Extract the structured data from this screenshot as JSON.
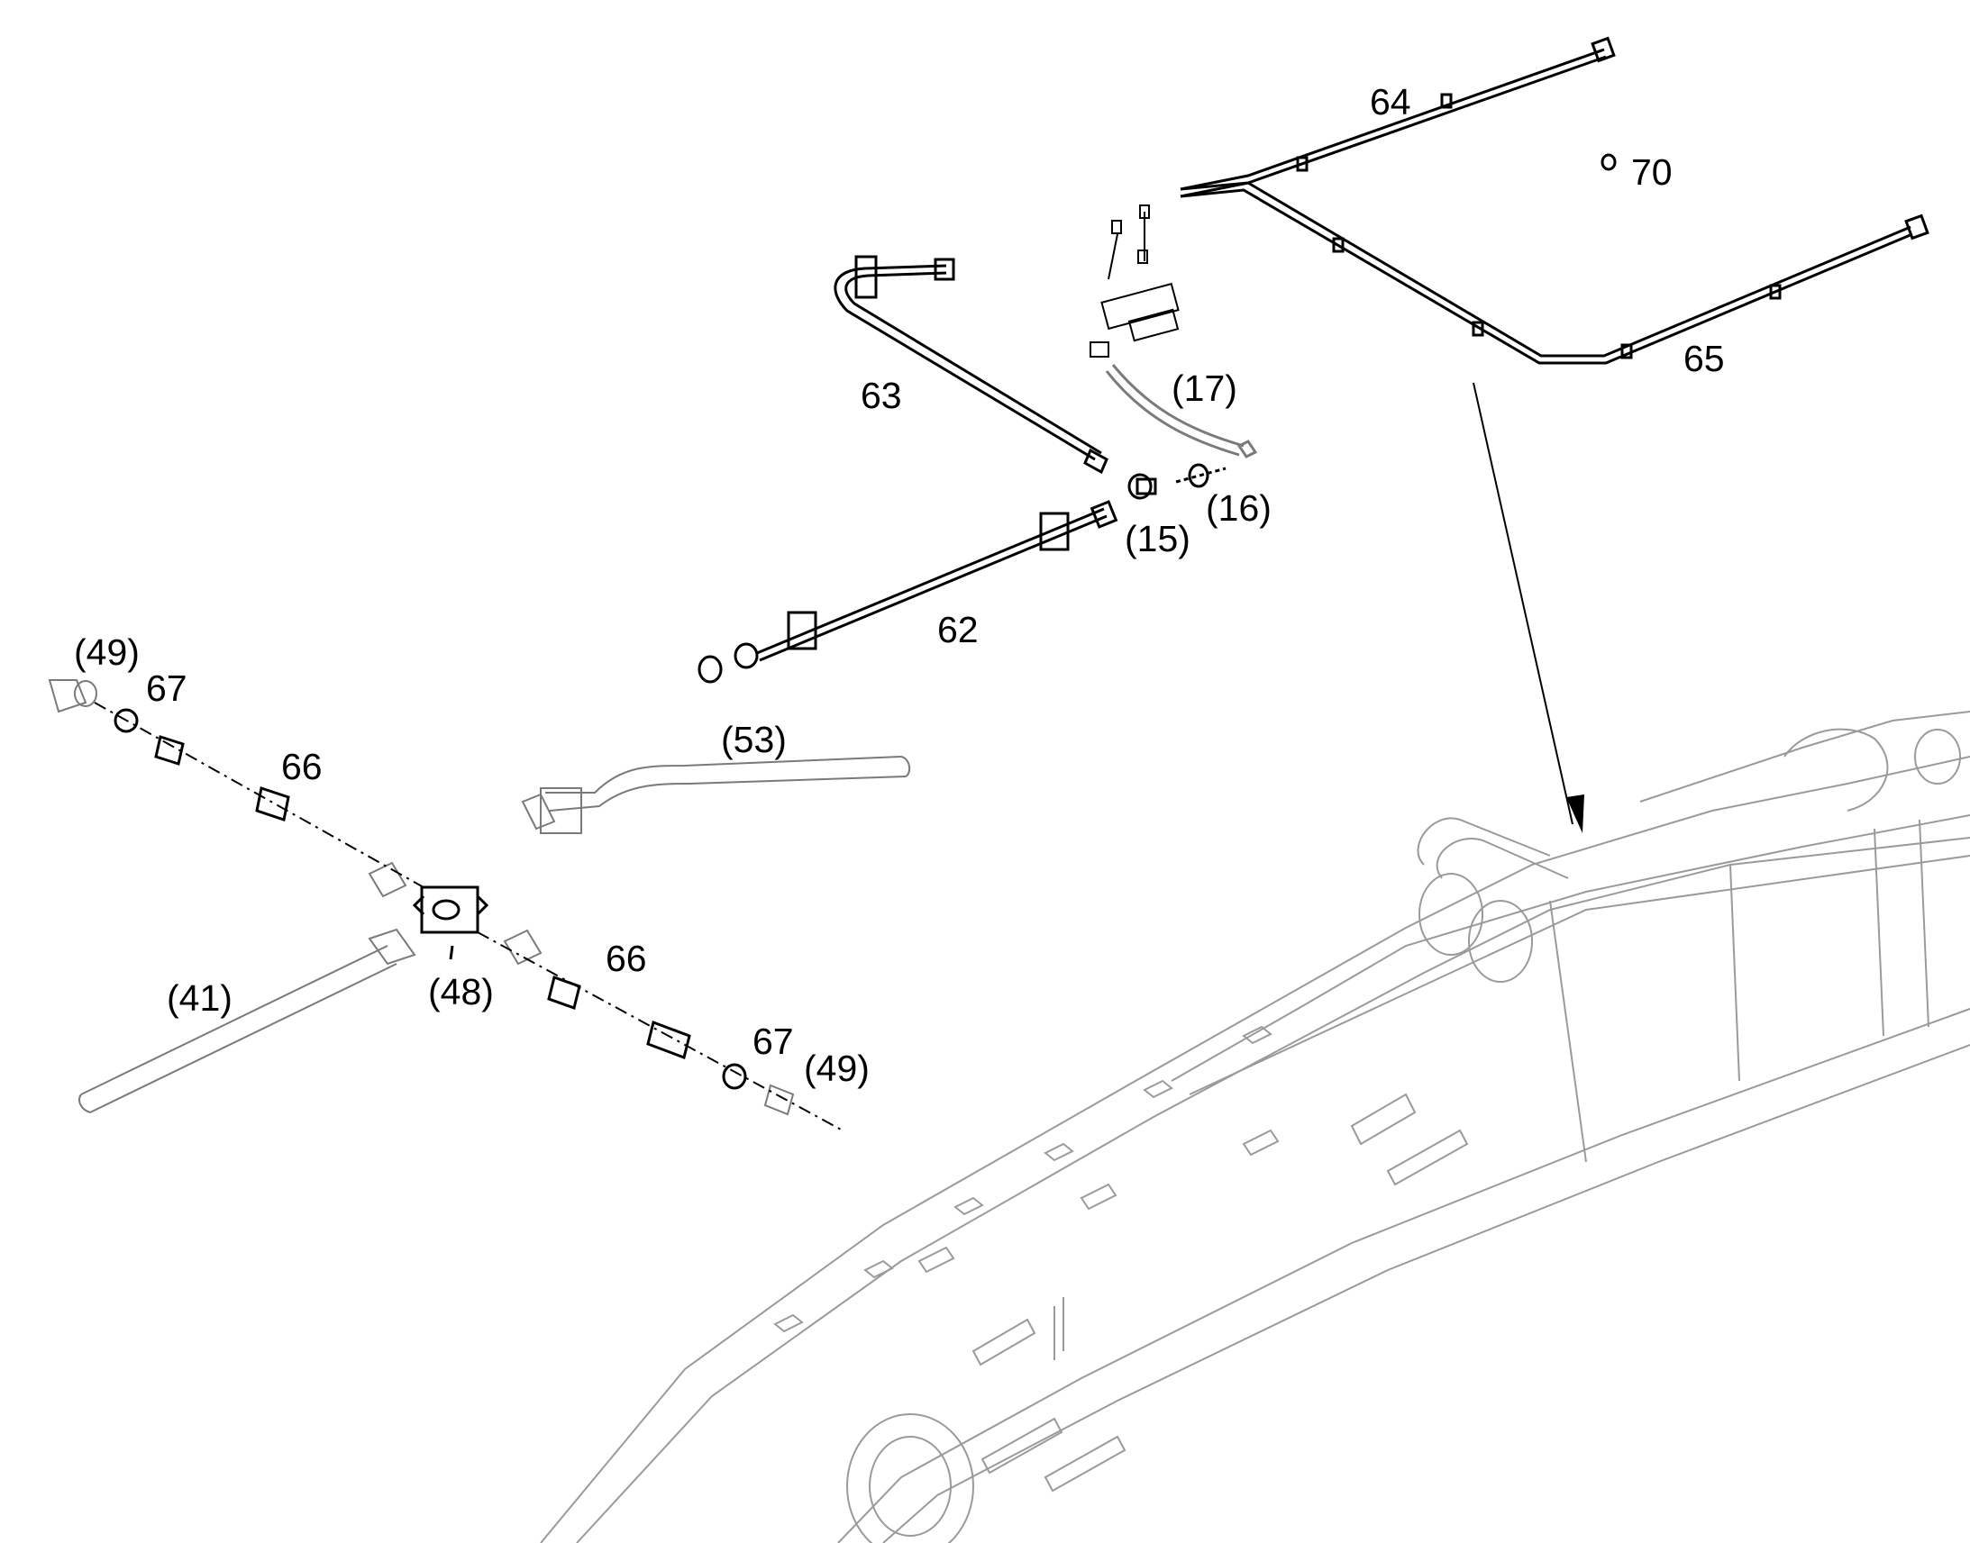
{
  "diagram": {
    "labels": {
      "l64": "64",
      "l70": "70",
      "l65": "65",
      "l63": "63",
      "l17": "(17)",
      "l16": "(16)",
      "l15": "(15)",
      "l62": "62",
      "l49a": "(49)",
      "l67a": "67",
      "l66a": "66",
      "l53": "(53)",
      "l41": "(41)",
      "l48": "(48)",
      "l66b": "66",
      "l67b": "67",
      "l49b": "(49)"
    },
    "colors": {
      "ink": "#000000",
      "grey_outline": "#7a7a7a",
      "light_outline": "#9a9a9a",
      "background": "#ffffff"
    }
  }
}
